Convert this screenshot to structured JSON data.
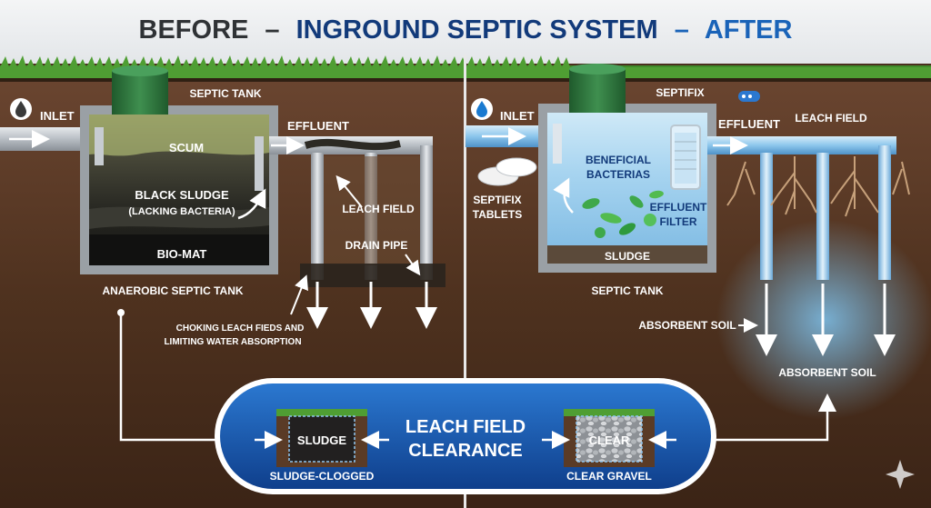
{
  "header": {
    "before": "BEFORE",
    "dash1": "–",
    "title": "INGROUND SEPTIC SYSTEM",
    "dash2": "–",
    "after": "AFTER"
  },
  "before": {
    "inlet": "INLET",
    "tank_label": "SEPTIC TANK",
    "effluent": "EFFLUENT",
    "scum": "SCUM",
    "black_sludge": "BLACK SLUDGE",
    "lacking_bacteria": "(LACKING BACTERIA)",
    "bio_mat": "BIO-MAT",
    "leach_field": "LEACH FIELD",
    "drain_pipe": "DRAIN PIPE",
    "anaerobic": "ANAEROBIC SEPTIC TANK",
    "choking_line1": "CHOKING LEACH FIEDS AND",
    "choking_line2": "LIMITING WATER ABSORPTION"
  },
  "after": {
    "inlet": "INLET",
    "brand": "SEPTIFIX",
    "effluent": "EFFLUENT",
    "leach_field": "LEACH FIELD",
    "bacteria_line1": "BENEFICIAL",
    "bacteria_line2": "BACTERIAS",
    "tablets_line1": "SEPTIFIX",
    "tablets_line2": "TABLETS",
    "filter_line1": "EFFLUENT",
    "filter_line2": "FILTER",
    "sludge": "SLUDGE",
    "tank_label": "SEPTIC TANK",
    "absorbent_soil_arrow": "ABSORBENT SOIL",
    "absorbent_soil": "ABSORBENT SOIL"
  },
  "comparison": {
    "title_line1": "LEACH FIELD",
    "title_line2": "CLEARANCE",
    "left_inner": "SLUDGE",
    "left_caption": "SLUDGE-CLOGGED",
    "right_inner": "CLEAR",
    "right_caption": "CLEAR GRAVEL"
  },
  "icons": [
    "water-drop-icon",
    "arrow-icon",
    "bacteria-icon",
    "tablet-icon",
    "filter-icon",
    "sparkle-icon"
  ],
  "colors": {
    "title_dark": "#2f3235",
    "title_blue": "#123a7a",
    "after_blue": "#1a63b8",
    "soil": "#4a2f1f",
    "grass": "#3f8a2a",
    "capsule_blue": "#1557b0",
    "clean_water": "#6fb8e8"
  }
}
